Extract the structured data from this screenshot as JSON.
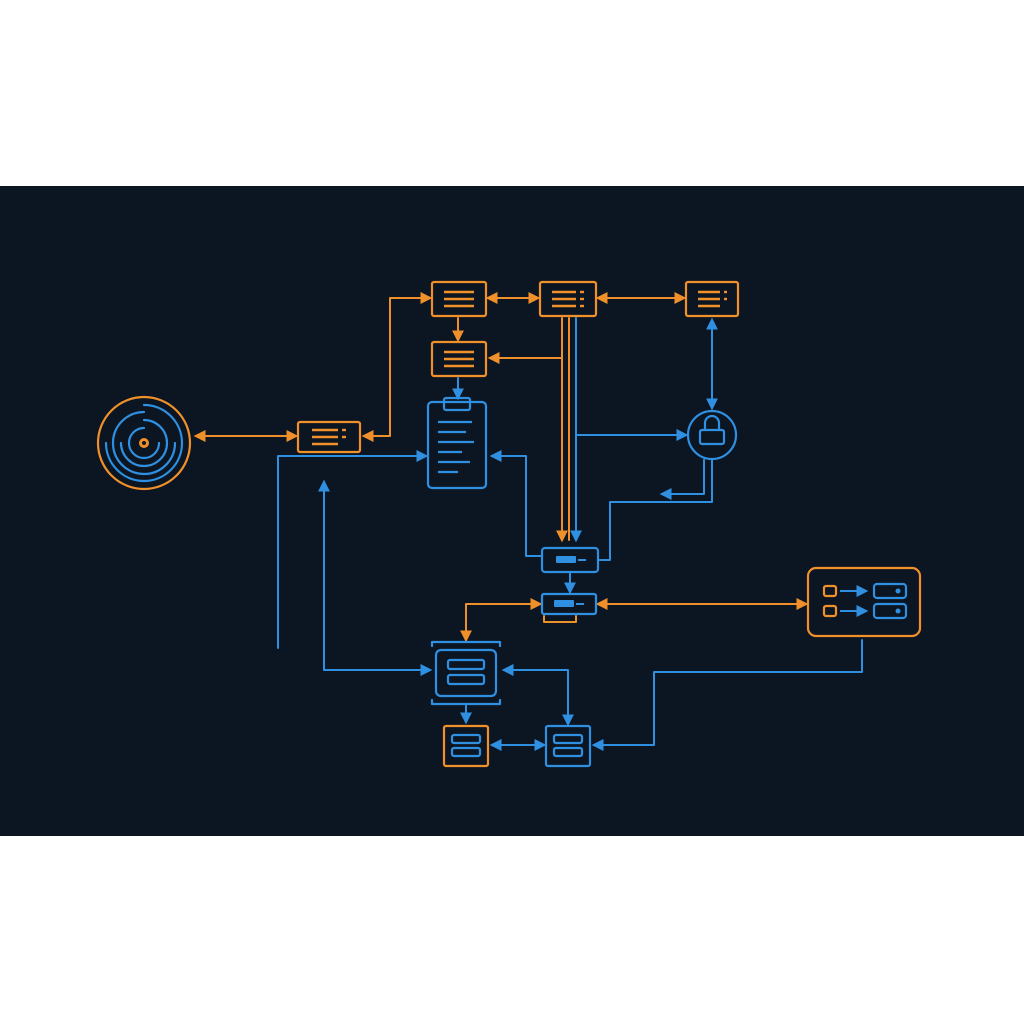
{
  "diagram": {
    "colors": {
      "background_band": "#0c1522",
      "page": "#ffffff",
      "orange": "#f0902a",
      "blue": "#2f8fe0"
    },
    "nodes": [
      {
        "id": "radar",
        "icon": "radar-target-icon",
        "color": "orange"
      },
      {
        "id": "doc-a",
        "icon": "document-lines-icon",
        "color": "orange"
      },
      {
        "id": "doc-b",
        "icon": "document-lines-icon",
        "color": "orange"
      },
      {
        "id": "doc-c",
        "icon": "document-lines-icon",
        "color": "orange"
      },
      {
        "id": "doc-d",
        "icon": "document-lines-icon",
        "color": "orange"
      },
      {
        "id": "doc-e",
        "icon": "document-lines-icon",
        "color": "orange"
      },
      {
        "id": "clipboard",
        "icon": "clipboard-icon",
        "color": "blue"
      },
      {
        "id": "lock",
        "icon": "lock-icon",
        "color": "blue"
      },
      {
        "id": "hub-top",
        "icon": "router-icon",
        "color": "blue"
      },
      {
        "id": "hub-bottom",
        "icon": "router-icon",
        "color": "blue"
      },
      {
        "id": "control-panel",
        "icon": "toggle-panel-icon",
        "color": "orange"
      },
      {
        "id": "server-main",
        "icon": "server-icon",
        "color": "blue"
      },
      {
        "id": "storage-left",
        "icon": "storage-icon",
        "color": "orange"
      },
      {
        "id": "storage-right",
        "icon": "storage-icon",
        "color": "blue"
      }
    ]
  }
}
